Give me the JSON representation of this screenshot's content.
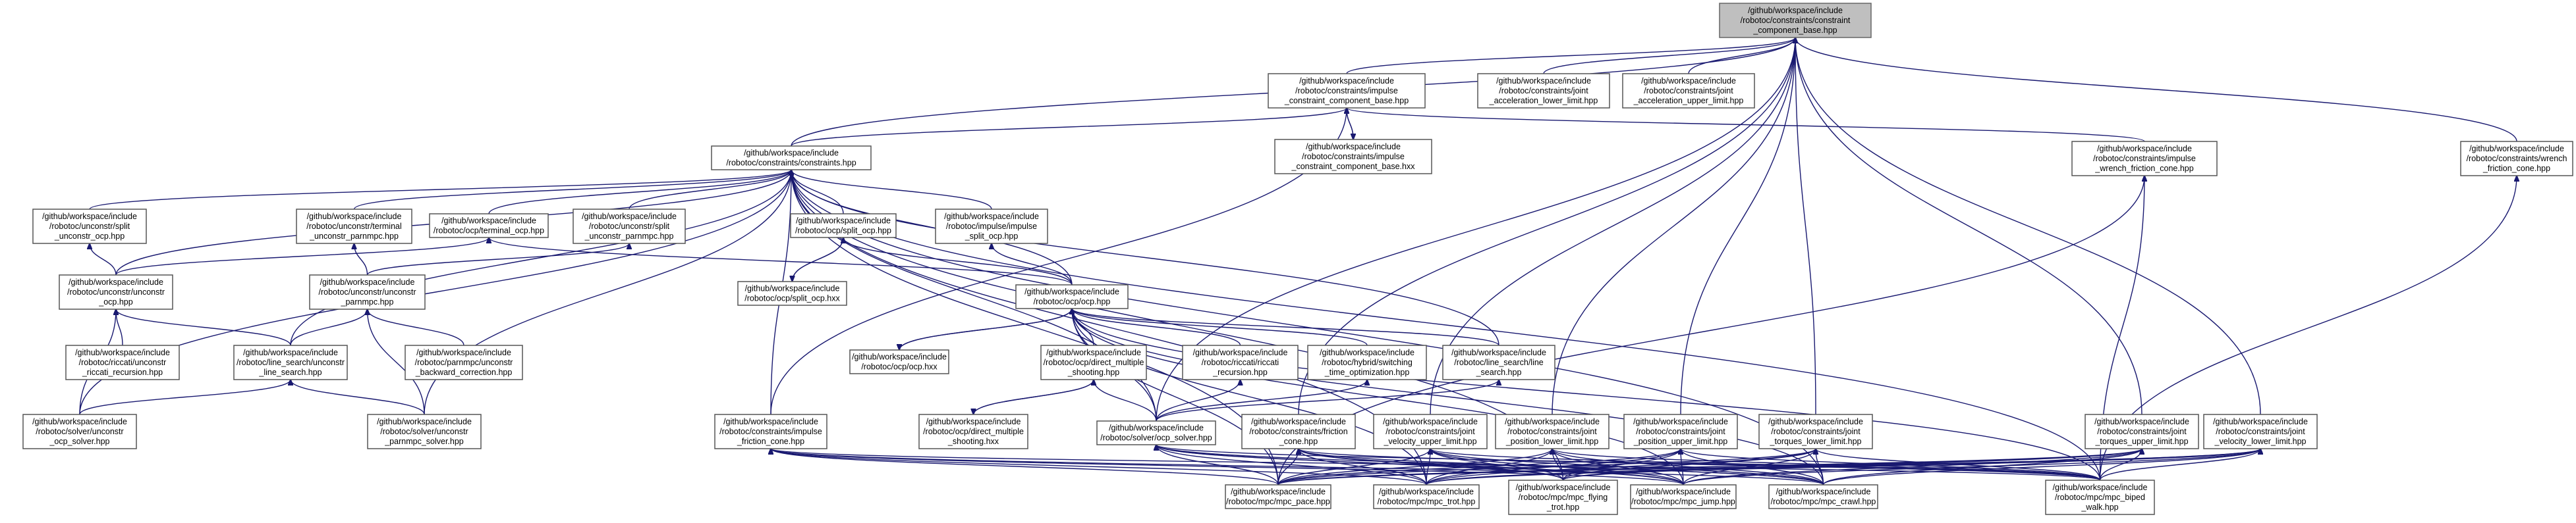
{
  "colors": {
    "edge": "#191970",
    "node_border": "#555555",
    "root_fill": "#bfbfbf",
    "node_fill": "#ffffff"
  },
  "nodes": [
    {
      "id": "root",
      "lines": [
        "/github/workspace/include",
        "/robotoc/constraints/constraint",
        "_component_base.hpp"
      ],
      "root": true
    },
    {
      "id": "impulse_base",
      "lines": [
        "/github/workspace/include",
        "/robotoc/constraints/impulse",
        "_constraint_component_base.hpp"
      ]
    },
    {
      "id": "jal",
      "lines": [
        "/github/workspace/include",
        "/robotoc/constraints/joint",
        "_acceleration_lower_limit.hpp"
      ]
    },
    {
      "id": "jau",
      "lines": [
        "/github/workspace/include",
        "/robotoc/constraints/joint",
        "_acceleration_upper_limit.hpp"
      ]
    },
    {
      "id": "impulse_base_hxx",
      "lines": [
        "/github/workspace/include",
        "/robotoc/constraints/impulse",
        "_constraint_component_base.hxx"
      ]
    },
    {
      "id": "constraints",
      "lines": [
        "/github/workspace/include",
        "/robotoc/constraints/constraints.hpp"
      ]
    },
    {
      "id": "iwfc",
      "lines": [
        "/github/workspace/include",
        "/robotoc/constraints/impulse",
        "_wrench_friction_cone.hpp"
      ]
    },
    {
      "id": "wfc",
      "lines": [
        "/github/workspace/include",
        "/robotoc/constraints/wrench",
        "_friction_cone.hpp"
      ]
    },
    {
      "id": "split_unconstr",
      "lines": [
        "/github/workspace/include",
        "/robotoc/unconstr/split",
        "_unconstr_ocp.hpp"
      ]
    },
    {
      "id": "terminal_pmpc",
      "lines": [
        "/github/workspace/include",
        "/robotoc/unconstr/terminal",
        "_unconstr_parnmpc.hpp"
      ]
    },
    {
      "id": "terminal_ocp",
      "lines": [
        "/github/workspace/include",
        "/robotoc/ocp/terminal_ocp.hpp"
      ]
    },
    {
      "id": "split_pmpc",
      "lines": [
        "/github/workspace/include",
        "/robotoc/unconstr/split",
        "_unconstr_parnmpc.hpp"
      ]
    },
    {
      "id": "split_ocp",
      "lines": [
        "/github/workspace/include",
        "/robotoc/ocp/split_ocp.hpp"
      ]
    },
    {
      "id": "impulse_split",
      "lines": [
        "/github/workspace/include",
        "/robotoc/impulse/impulse",
        "_split_ocp.hpp"
      ]
    },
    {
      "id": "unconstr_ocp",
      "lines": [
        "/github/workspace/include",
        "/robotoc/unconstr/unconstr",
        "_ocp.hpp"
      ]
    },
    {
      "id": "unconstr_pmpc",
      "lines": [
        "/github/workspace/include",
        "/robotoc/unconstr/unconstr",
        "_parnmpc.hpp"
      ]
    },
    {
      "id": "split_ocp_hxx",
      "lines": [
        "/github/workspace/include",
        "/robotoc/ocp/split_ocp.hxx"
      ]
    },
    {
      "id": "ocp",
      "lines": [
        "/github/workspace/include",
        "/robotoc/ocp/ocp.hpp"
      ]
    },
    {
      "id": "riccati_unc",
      "lines": [
        "/github/workspace/include",
        "/robotoc/riccati/unconstr",
        "_riccati_recursion.hpp"
      ]
    },
    {
      "id": "ls_unc",
      "lines": [
        "/github/workspace/include",
        "/robotoc/line_search/unconstr",
        "_line_search.hpp"
      ]
    },
    {
      "id": "pmpc_bc",
      "lines": [
        "/github/workspace/include",
        "/robotoc/parnmpc/unconstr",
        "_backward_correction.hpp"
      ]
    },
    {
      "id": "ocp_hxx",
      "lines": [
        "/github/workspace/include",
        "/robotoc/ocp/ocp.hxx"
      ]
    },
    {
      "id": "dms",
      "lines": [
        "/github/workspace/include",
        "/robotoc/ocp/direct_multiple",
        "_shooting.hpp"
      ]
    },
    {
      "id": "riccati",
      "lines": [
        "/github/workspace/include",
        "/robotoc/riccati/riccati",
        "_recursion.hpp"
      ]
    },
    {
      "id": "hybrid",
      "lines": [
        "/github/workspace/include",
        "/robotoc/hybrid/switching",
        "_time_optimization.hpp"
      ]
    },
    {
      "id": "ls",
      "lines": [
        "/github/workspace/include",
        "/robotoc/line_search/line",
        "_search.hpp"
      ]
    },
    {
      "id": "dms_hxx",
      "lines": [
        "/github/workspace/include",
        "/robotoc/ocp/direct_multiple",
        "_shooting.hxx"
      ]
    },
    {
      "id": "ifc",
      "lines": [
        "/github/workspace/include",
        "/robotoc/constraints/impulse",
        "_friction_cone.hpp"
      ]
    },
    {
      "id": "ocp_solver",
      "lines": [
        "/github/workspace/include",
        "/robotoc/solver/ocp_solver.hpp"
      ]
    },
    {
      "id": "fc",
      "lines": [
        "/github/workspace/include",
        "/robotoc/constraints/friction",
        "_cone.hpp"
      ]
    },
    {
      "id": "jvu",
      "lines": [
        "/github/workspace/include",
        "/robotoc/constraints/joint",
        "_velocity_upper_limit.hpp"
      ]
    },
    {
      "id": "jpl",
      "lines": [
        "/github/workspace/include",
        "/robotoc/constraints/joint",
        "_position_lower_limit.hpp"
      ]
    },
    {
      "id": "jpu",
      "lines": [
        "/github/workspace/include",
        "/robotoc/constraints/joint",
        "_position_upper_limit.hpp"
      ]
    },
    {
      "id": "jtl",
      "lines": [
        "/github/workspace/include",
        "/robotoc/constraints/joint",
        "_torques_lower_limit.hpp"
      ]
    },
    {
      "id": "jtu",
      "lines": [
        "/github/workspace/include",
        "/robotoc/constraints/joint",
        "_torques_upper_limit.hpp"
      ]
    },
    {
      "id": "jvl",
      "lines": [
        "/github/workspace/include",
        "/robotoc/constraints/joint",
        "_velocity_lower_limit.hpp"
      ]
    },
    {
      "id": "unconstr_ocp_solver",
      "lines": [
        "/github/workspace/include",
        "/robotoc/solver/unconstr",
        "_ocp_solver.hpp"
      ]
    },
    {
      "id": "unconstr_pmpc_solver",
      "lines": [
        "/github/workspace/include",
        "/robotoc/solver/unconstr",
        "_parnmpc_solver.hpp"
      ]
    },
    {
      "id": "mpc_pace",
      "lines": [
        "/github/workspace/include",
        "/robotoc/mpc/mpc_pace.hpp"
      ]
    },
    {
      "id": "mpc_trot",
      "lines": [
        "/github/workspace/include",
        "/robotoc/mpc/mpc_trot.hpp"
      ]
    },
    {
      "id": "mpc_flying",
      "lines": [
        "/github/workspace/include",
        "/robotoc/mpc/mpc_flying",
        "_trot.hpp"
      ]
    },
    {
      "id": "mpc_jump",
      "lines": [
        "/github/workspace/include",
        "/robotoc/mpc/mpc_jump.hpp"
      ]
    },
    {
      "id": "mpc_crawl",
      "lines": [
        "/github/workspace/include",
        "/robotoc/mpc/mpc_crawl.hpp"
      ]
    },
    {
      "id": "mpc_biped",
      "lines": [
        "/github/workspace/include",
        "/robotoc/mpc/mpc_biped",
        "_walk.hpp"
      ]
    }
  ]
}
